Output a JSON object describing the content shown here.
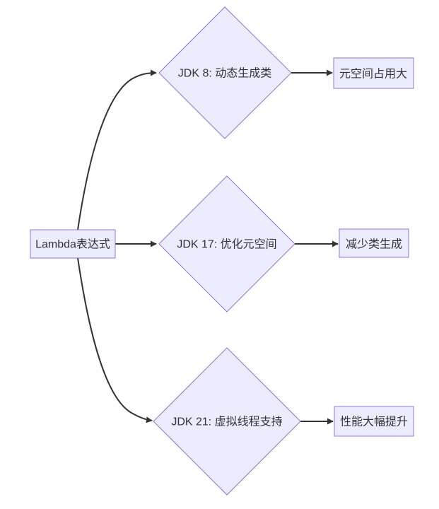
{
  "diagram": {
    "type": "flowchart",
    "direction": "left-to-right",
    "source": {
      "label": "Lambda表达式",
      "shape": "rectangle"
    },
    "branches": [
      {
        "decision": {
          "label": "JDK 8: 动态生成类",
          "shape": "diamond"
        },
        "outcome": {
          "label": "元空间占用大",
          "shape": "rectangle"
        }
      },
      {
        "decision": {
          "label": "JDK 17: 优化元空间",
          "shape": "diamond"
        },
        "outcome": {
          "label": "减少类生成",
          "shape": "rectangle"
        }
      },
      {
        "decision": {
          "label": "JDK 21: 虚拟线程支持",
          "shape": "diamond"
        },
        "outcome": {
          "label": "性能大幅提升",
          "shape": "rectangle"
        }
      }
    ]
  },
  "colors": {
    "background": "#FFFFFF",
    "node_fill": "#ECECFF",
    "node_border": "#9370DB",
    "edge": "#333333",
    "text": "#333333"
  }
}
